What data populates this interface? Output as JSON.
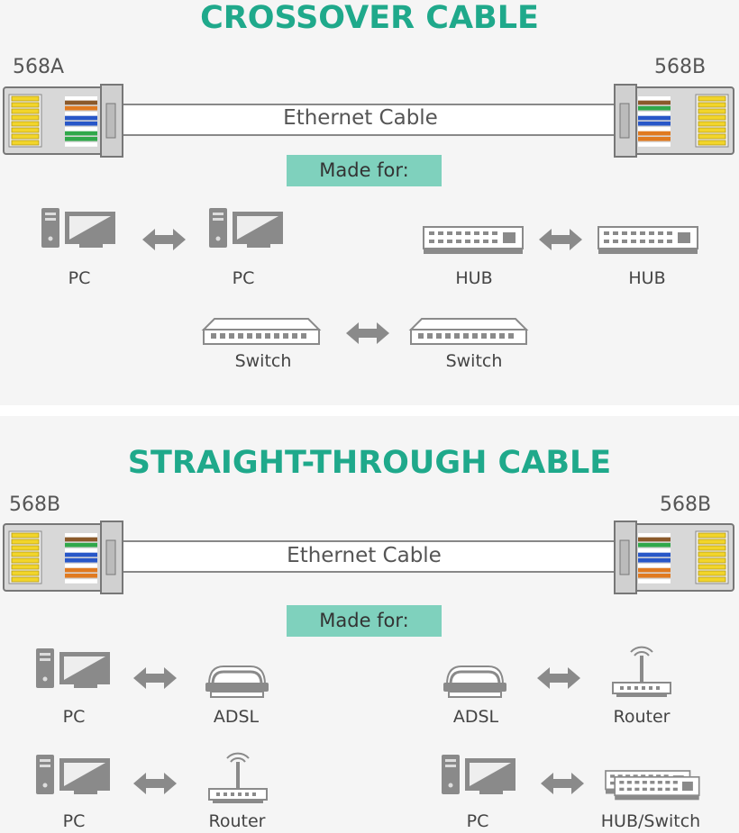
{
  "crossover": {
    "title": "CROSSOVER CABLE",
    "left_standard": "568A",
    "right_standard": "568B",
    "cable_label": "Ethernet Cable",
    "made_for": "Made for:",
    "pairs": [
      {
        "left": "PC",
        "right": "PC"
      },
      {
        "left": "HUB",
        "right": "HUB"
      },
      {
        "left": "Switch",
        "right": "Switch"
      }
    ]
  },
  "straight": {
    "title": "STRAIGHT-THROUGH CABLE",
    "left_standard": "568B",
    "right_standard": "568B",
    "cable_label": "Ethernet Cable",
    "made_for": "Made for:",
    "pairs": [
      {
        "left": "PC",
        "right": "ADSL"
      },
      {
        "left": "ADSL",
        "right": "Router"
      },
      {
        "left": "PC",
        "right": "Router"
      },
      {
        "left": "PC",
        "right": "HUB/Switch"
      }
    ]
  },
  "colors": {
    "title": "#1fa98b",
    "made_for_bg": "#7fd1bd",
    "panel_bg": "#f5f5f5",
    "icon_gray": "#888888",
    "pin_gold": "#f2d52a"
  }
}
